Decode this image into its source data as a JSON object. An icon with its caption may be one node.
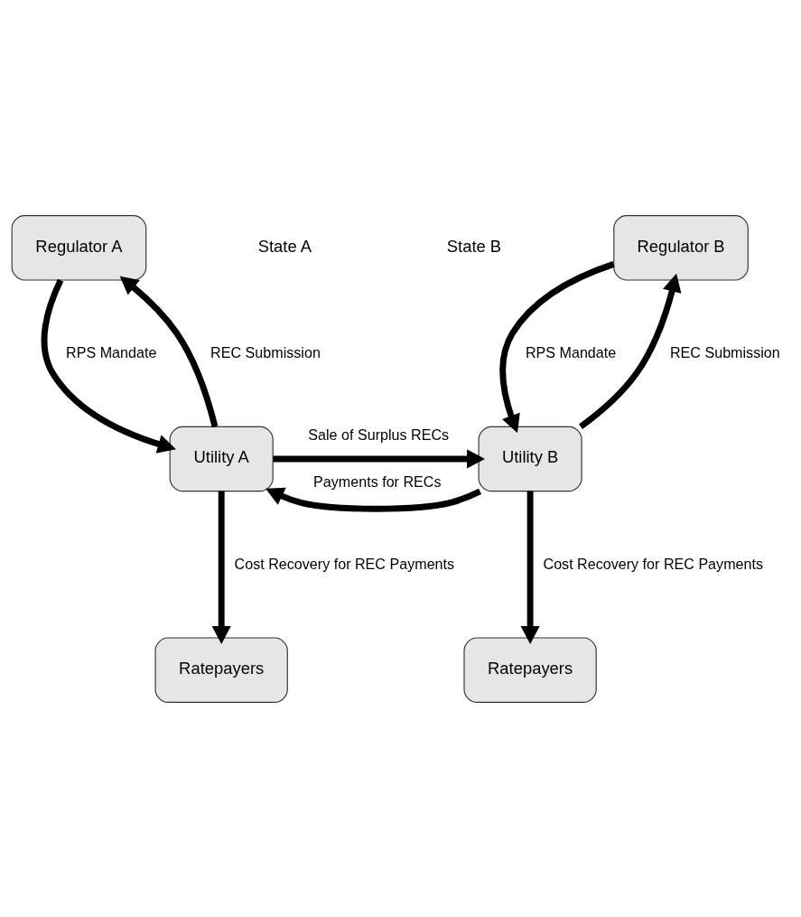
{
  "diagram": {
    "nodes": [
      {
        "text": [
          "Regulator A"
        ]
      },
      {
        "text": [
          "Regulator B"
        ]
      },
      {
        "text": [
          "Utility A"
        ]
      },
      {
        "text": [
          "Utility B"
        ]
      },
      {
        "text": [
          "Ratepayers"
        ]
      },
      {
        "text": [
          "Ratepayers"
        ]
      }
    ],
    "edges": [
      {
        "from": 2,
        "to": 0,
        "arrow": "to",
        "label": "REC Submission"
      },
      {
        "from": 0,
        "to": 2,
        "arrow": "to",
        "label": "RPS Mandate"
      },
      {
        "from": 3,
        "to": 1,
        "arrow": "to",
        "label": "REC Submission"
      },
      {
        "from": 1,
        "to": 3,
        "arrow": "to",
        "label": "RPS Mandate"
      },
      {
        "from": 2,
        "to": 3,
        "arrow": "to",
        "label": "Sale of Surplus RECs"
      },
      {
        "from": 3,
        "to": 2,
        "arrow": "to",
        "label": "Payments for RECs"
      },
      {
        "from": 2,
        "to": 4,
        "arrow": "to",
        "label": "Cost Recovery for REC Payments"
      },
      {
        "from": 3,
        "to": 5,
        "arrow": "to",
        "label": "Cost Recovery for REC Payments"
      }
    ],
    "labels": [
      "State A",
      "State B"
    ]
  }
}
